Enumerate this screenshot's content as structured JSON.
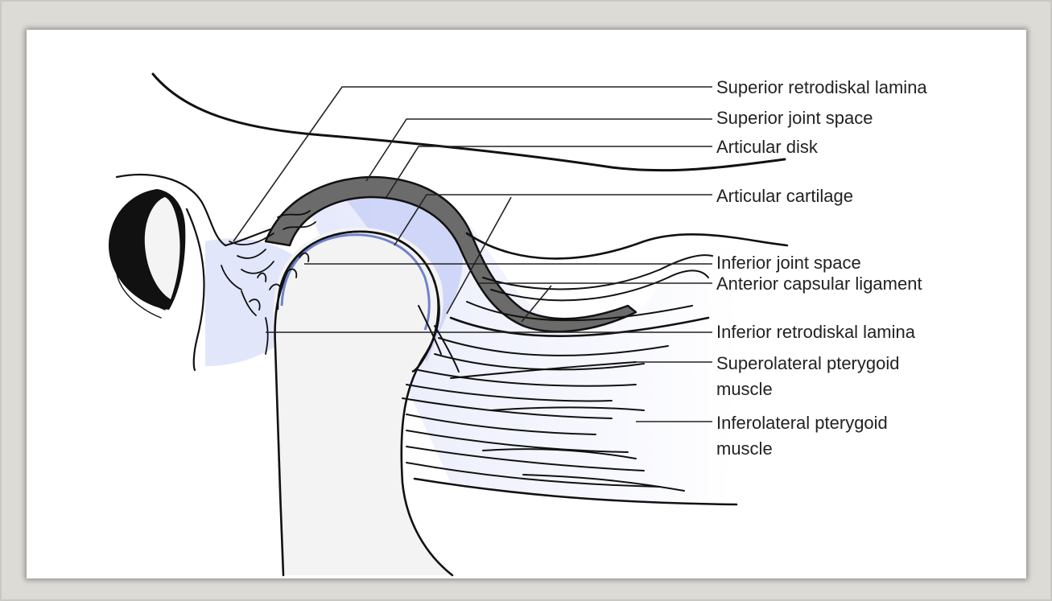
{
  "labels": {
    "superior_retrodiskal_lamina": "Superior retrodiskal lamina",
    "superior_joint_space": "Superior joint space",
    "articular_disk": "Articular disk",
    "articular_cartilage": "Articular cartilage",
    "inferior_joint_space": "Inferior joint space",
    "anterior_capsular_ligament": "Anterior capsular ligament",
    "inferior_retrodiskal_lamina": "Inferior retrodiskal lamina",
    "superolateral_pterygoid_line1": "Superolateral pterygoid",
    "superolateral_pterygoid_line2": "muscle",
    "inferolateral_pterygoid_line1": "Inferolateral pterygoid",
    "inferolateral_pterygoid_line2": "muscle"
  },
  "colors": {
    "tissue_tint": "#dfe4fb",
    "disk": "#666666",
    "cartilage": "#8ea0d8",
    "frame": "#dcdbd6"
  }
}
